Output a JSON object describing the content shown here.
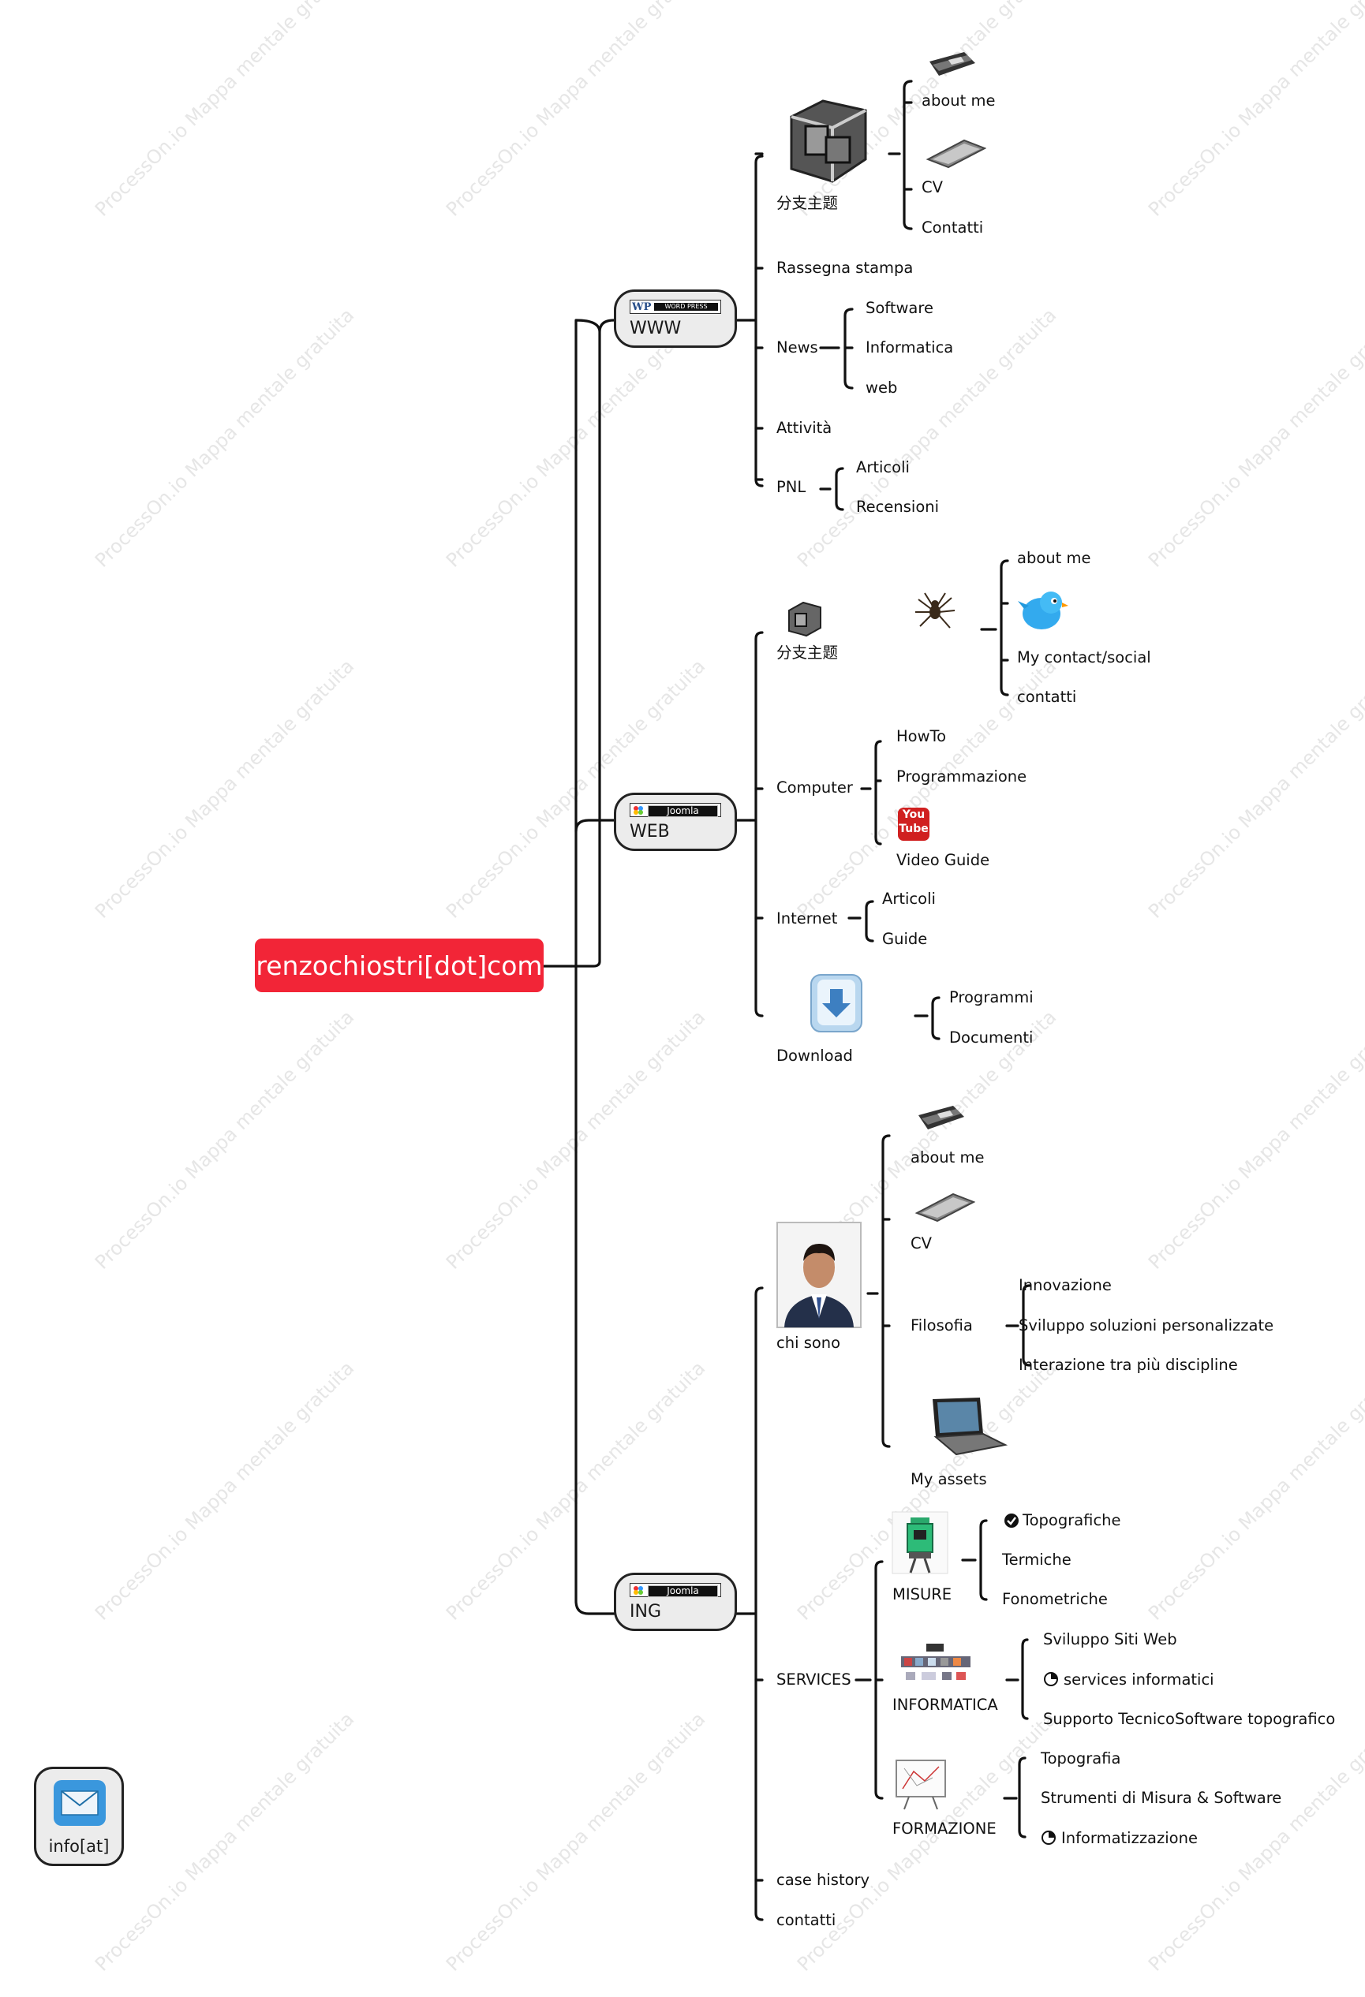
{
  "watermark": "ProcessOn.io Mappa mentale gratuita",
  "root": {
    "label": "renzochiostri[dot]com",
    "color": "#f22537"
  },
  "www": {
    "label": "WWW",
    "logo_text": "WP",
    "logo_bar": "WORD PRESS",
    "branch": "分支主题",
    "about": "about me",
    "cv": "CV",
    "contatti": "Contatti",
    "rassegna": "Rassegna stampa",
    "news": "News",
    "news_items": [
      "Software",
      "Informatica",
      "web"
    ],
    "attivita": "Attività",
    "pnl": "PNL",
    "pnl_items": [
      "Articoli",
      "Recensioni"
    ]
  },
  "web": {
    "label": "WEB",
    "logo_bar": "Joomla",
    "branch": "分支主题",
    "social": [
      "about me",
      "My contact/social",
      "contatti"
    ],
    "computer": "Computer",
    "computer_items": [
      "HowTo",
      "Programmazione",
      "Video Guide"
    ],
    "youtube_text": [
      "You",
      "Tube"
    ],
    "internet": "Internet",
    "internet_items": [
      "Articoli",
      "Guide"
    ],
    "download": "Download",
    "download_items": [
      "Programmi",
      "Documenti"
    ]
  },
  "ing": {
    "label": "ING",
    "logo_bar": "Joomla",
    "chi": "chi sono",
    "about": "about me",
    "cv": "CV",
    "filosofia": "Filosofia",
    "filosofia_items": [
      "Innovazione",
      "Sviluppo soluzioni personalizzate",
      "Interazione tra più discipline"
    ],
    "assets": "My assets",
    "services": "SERVICES",
    "misure": "MISURE",
    "misure_items": [
      "Topografiche",
      "Termiche",
      "Fonometriche"
    ],
    "informatica": "INFORMATICA",
    "informatica_items": [
      "Sviluppo Siti Web",
      "services informatici",
      "Supporto TecnicoSoftware topografico"
    ],
    "formazione": "FORMAZIONE",
    "formazione_items": [
      "Topografia",
      "Strumenti di Misura & Software",
      "Informatizzazione"
    ],
    "case": "case history",
    "contatti": "contatti"
  },
  "mail": {
    "label": "info[at]"
  }
}
